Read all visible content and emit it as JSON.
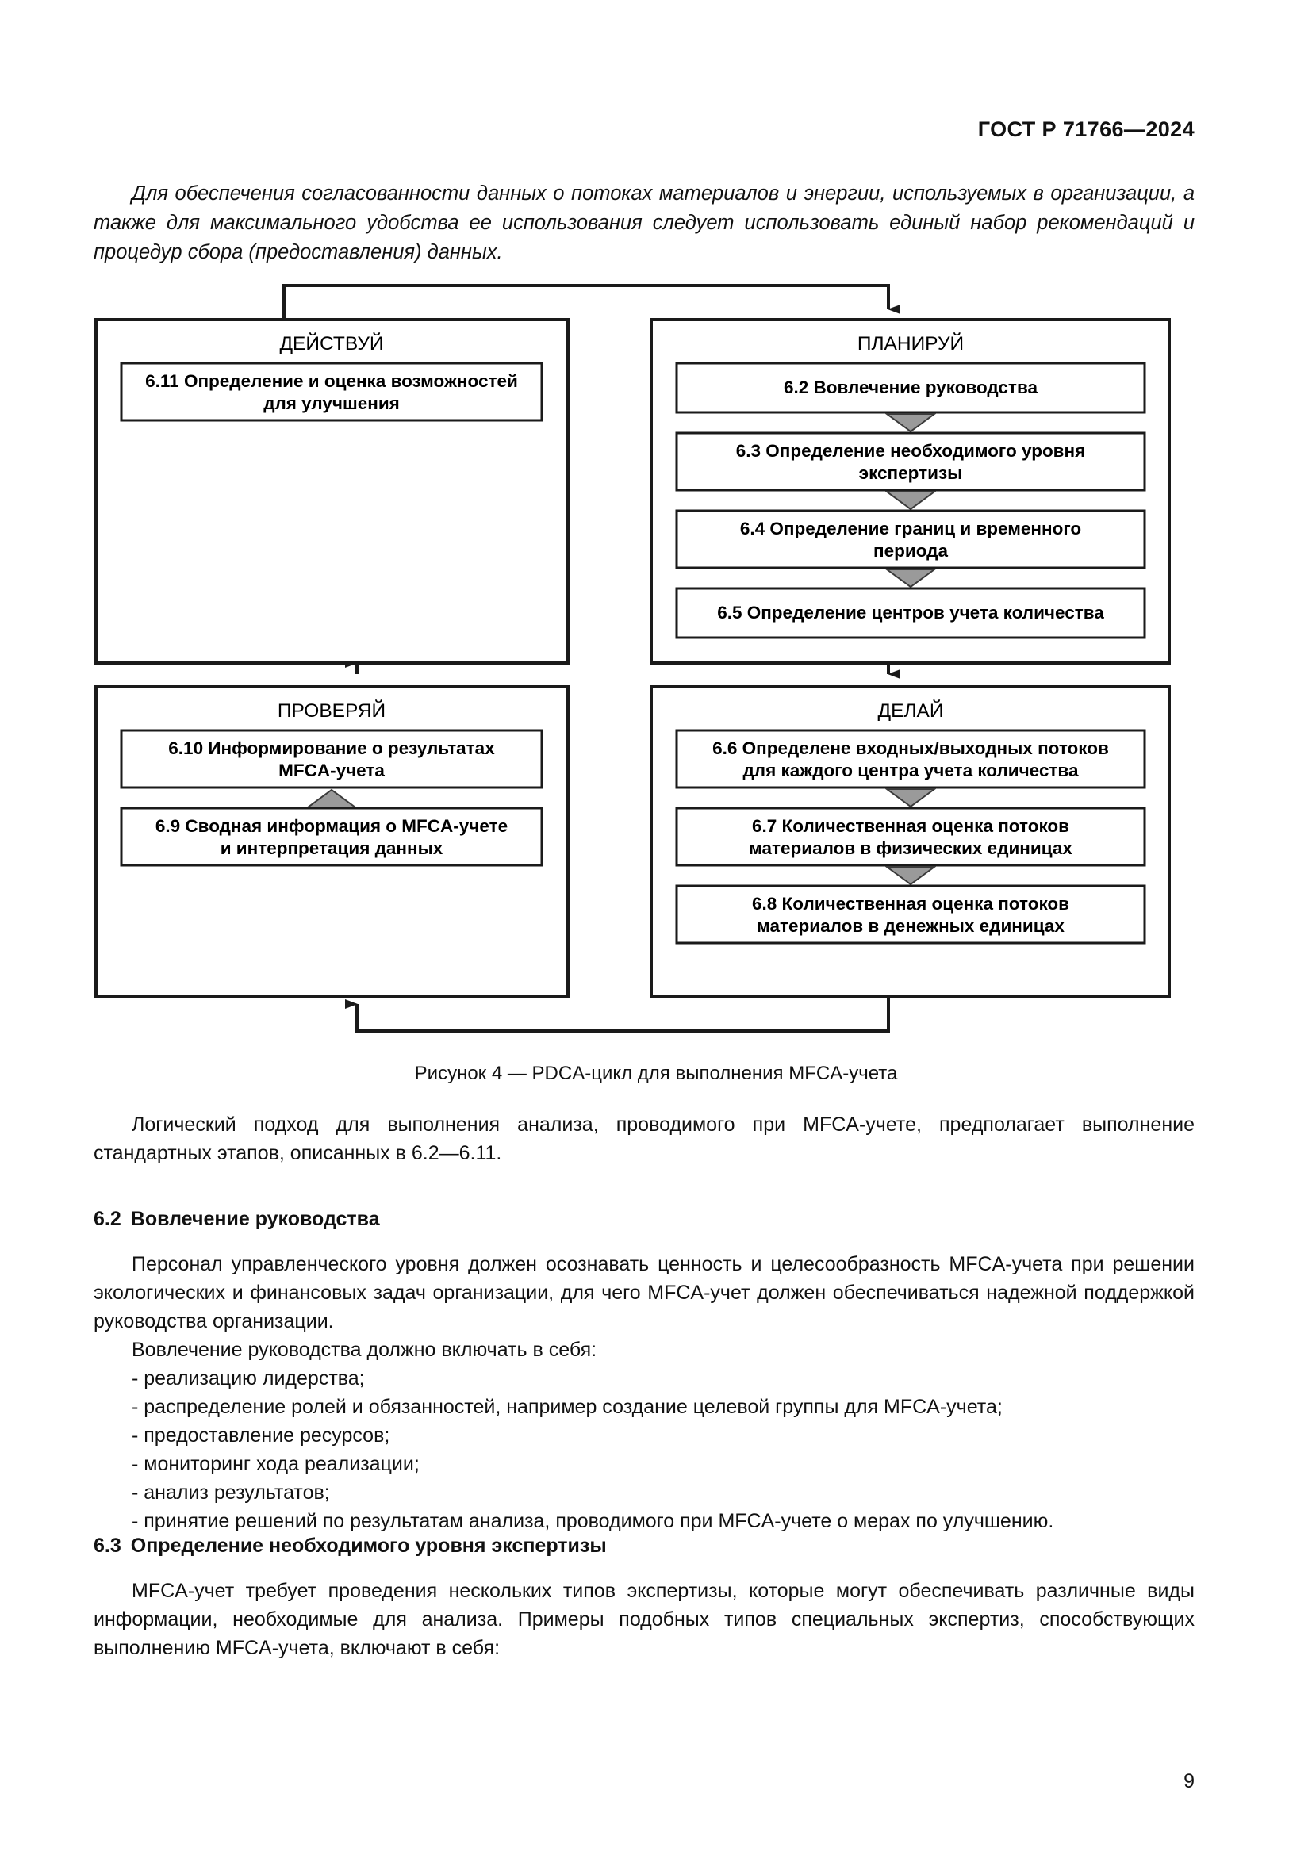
{
  "document": {
    "header": "ГОСТ Р 71766—2024",
    "page_number": "9"
  },
  "intro_paragraph": "Для обеспечения согласованности данных о потоках материалов и энергии, используемых в организации, а также для максимального удобства ее использования следует использовать единый набор рекомендаций и процедур сбора (предоставления) данных.",
  "figure": {
    "caption": "Рисунок 4 — PDCA-цикл для выполнения MFCA-учета",
    "quadrants": [
      {
        "id": "act",
        "title": "ДЕЙСТВУЙ",
        "steps": [
          {
            "lines": [
              "6.11 Определение и оценка возможностей",
              "для улучшения"
            ]
          }
        ]
      },
      {
        "id": "plan",
        "title": "ПЛАНИРУЙ",
        "steps": [
          {
            "lines": [
              "6.2 Вовлечение руководства"
            ]
          },
          {
            "lines": [
              "6.3 Определение необходимого уровня",
              "экспертизы"
            ]
          },
          {
            "lines": [
              "6.4 Определение границ и временного",
              "периода"
            ]
          },
          {
            "lines": [
              "6.5 Определение центров учета количества"
            ]
          }
        ]
      },
      {
        "id": "check",
        "title": "ПРОВЕРЯЙ",
        "steps": [
          {
            "lines": [
              "6.10 Информирование о результатах",
              "MFCA-учета"
            ]
          },
          {
            "lines": [
              "6.9 Сводная информация о MFCA-учете",
              "и  интерпретация данных"
            ]
          }
        ]
      },
      {
        "id": "do",
        "title": "ДЕЛАЙ",
        "steps": [
          {
            "lines": [
              "6.6 Определене входных/выходных потоков",
              "для каждого центра учета количества"
            ]
          },
          {
            "lines": [
              "6.7 Количественная оценка потоков",
              "материалов в физических единицах"
            ]
          },
          {
            "lines": [
              "6.8 Количественная оценка потоков",
              "материалов в денежных единицах"
            ]
          }
        ]
      }
    ],
    "colors": {
      "box_border": "#1a1a1a",
      "box_fill": "#ffffff",
      "chevron_fill": "#9a9a9a",
      "chevron_stroke": "#3a3a3a",
      "arrow": "#1a1a1a"
    }
  },
  "after_figure_paragraph": "Логический подход для выполнения анализа, проводимого при MFCA-учете, предполагает выполнение стандартных этапов, описанных в 6.2—6.11.",
  "sections": [
    {
      "number": "6.2",
      "title": "Вовлечение руководства",
      "paragraphs": [
        "Персонал управленческого уровня должен осознавать ценность и целесообразность MFCA-учета при решении экологических и финансовых задач организации, для чего MFCA-учет должен обеспечиваться надежной поддержкой руководства организации.",
        "Вовлечение руководства должно включать в себя:"
      ],
      "bullets": [
        "- реализацию лидерства;",
        "- распределение ролей и обязанностей, например создание целевой группы для MFCA-учета;",
        "- предоставление ресурсов;",
        "- мониторинг хода реализации;",
        "- анализ результатов;",
        "- принятие решений по результатам анализа, проводимого при MFCA-учете о мерах по улучшению."
      ]
    },
    {
      "number": "6.3",
      "title": "Определение необходимого уровня экспертизы",
      "paragraphs": [
        "MFCA-учет требует проведения нескольких типов экспертизы, которые могут обеспечивать различные виды информации, необходимые для анализа. Примеры подобных типов специальных экспертиз, способствующих выполнению MFCA-учета, включают в себя:"
      ],
      "bullets": []
    }
  ]
}
